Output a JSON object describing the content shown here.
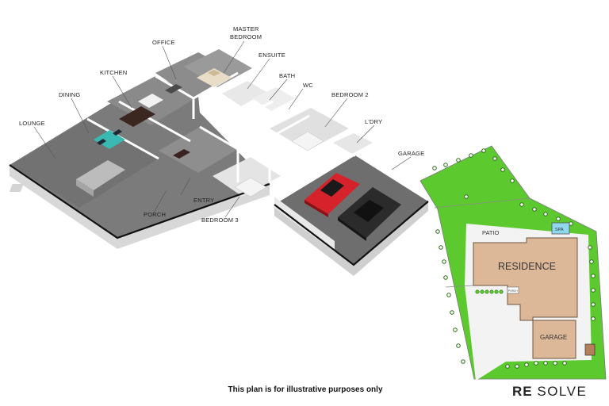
{
  "floor_plan": {
    "rooms": [
      {
        "id": "lounge",
        "label": "LOUNGE"
      },
      {
        "id": "dining",
        "label": "DINING"
      },
      {
        "id": "kitchen",
        "label": "KITCHEN"
      },
      {
        "id": "office",
        "label": "OFFICE"
      },
      {
        "id": "master",
        "label": "MASTER BEDROOM",
        "lines": [
          "MASTER",
          "BEDROOM"
        ]
      },
      {
        "id": "ensuite",
        "label": "ENSUITE"
      },
      {
        "id": "bath",
        "label": "BATH"
      },
      {
        "id": "wc",
        "label": "WC"
      },
      {
        "id": "bedroom2",
        "label": "BEDROOM 2"
      },
      {
        "id": "ldry",
        "label": "L'DRY"
      },
      {
        "id": "garage",
        "label": "GARAGE"
      },
      {
        "id": "entry",
        "label": "ENTRY"
      },
      {
        "id": "porch",
        "label": "PORCH"
      },
      {
        "id": "bedroom3",
        "label": "BEDROOM 3"
      }
    ]
  },
  "site_plan": {
    "labels": {
      "patio": "PATIO",
      "spa": "SPA",
      "residence": "RESIDENCE",
      "garage": "GARAGE",
      "porch": "PORCH"
    },
    "colors": {
      "lawn": "#5cc92f",
      "house": "#dcb898",
      "spa": "#8fd8ef",
      "paving": "#f3f3f3"
    }
  },
  "footer": {
    "disclaimer": "This plan is for illustrative purposes only",
    "logo_re": "RE",
    "logo_solve": "SOLVE"
  }
}
